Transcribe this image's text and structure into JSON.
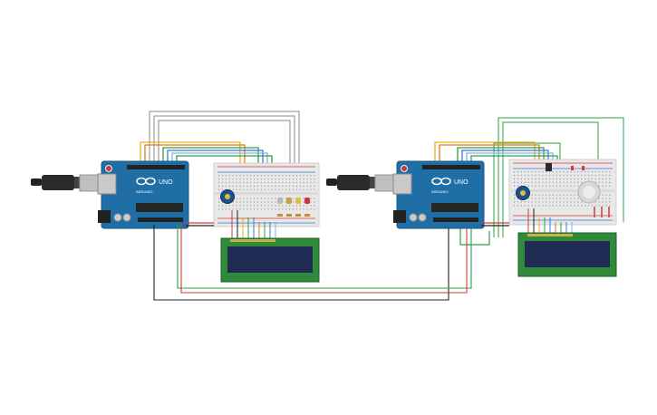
{
  "canvas": {
    "background": "#ffffff"
  },
  "boards": [
    {
      "label": "UNO",
      "brand": "ARDUINO"
    },
    {
      "label": "UNO",
      "brand": "ARDUINO"
    }
  ],
  "colors": {
    "pcb": "#1f6fa6",
    "pcb_edge": "#155783",
    "breadboard": "#e8e8e8",
    "lcd_frame": "#2f8a3a",
    "lcd_screen": "#1f2b52",
    "wire_red": "#d33b3b",
    "wire_green": "#2ea043",
    "wire_black": "#222222",
    "wire_yellow": "#e3b21b",
    "wire_orange": "#e2781c",
    "wire_blue": "#3a78d6",
    "wire_grey": "#8a8a8a"
  },
  "icons": {
    "usb": "usb-connector-icon",
    "potentiometer": "potentiometer-icon",
    "led": "led-icon",
    "joystick": "joystick-icon"
  }
}
